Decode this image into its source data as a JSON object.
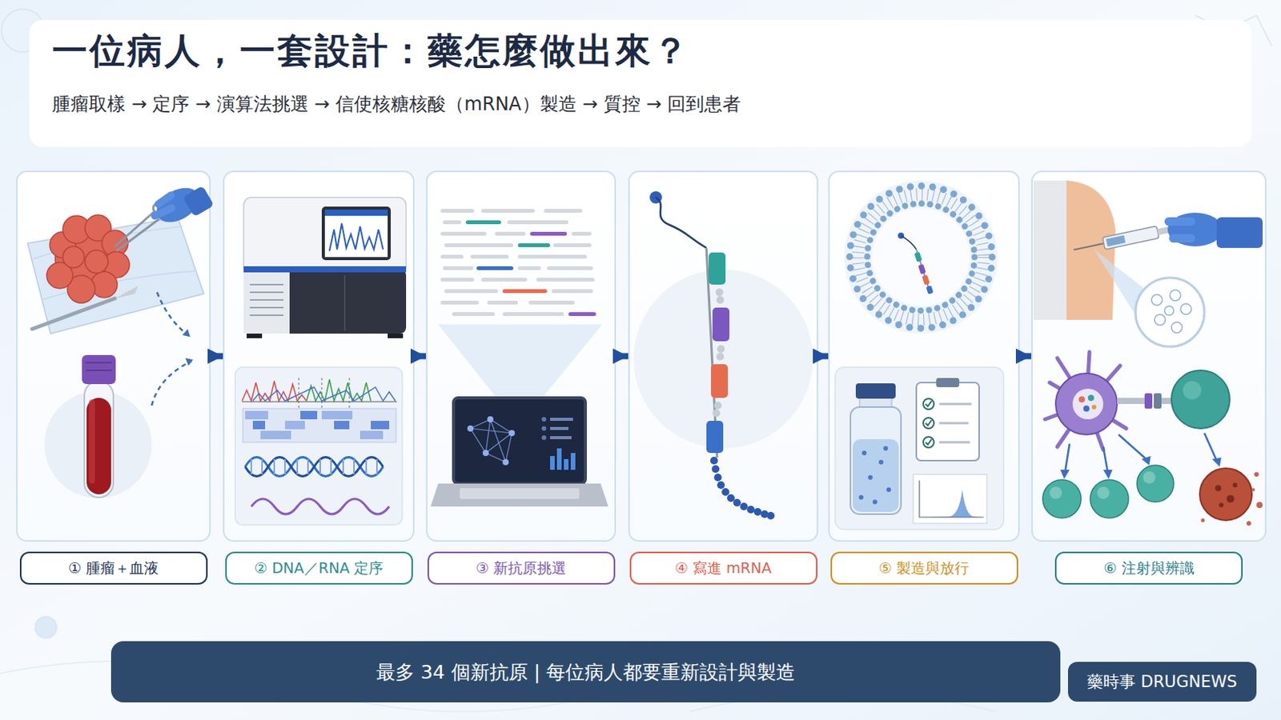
{
  "diagram": {
    "title": "一位病人，一套設計：藥怎麼做出來？",
    "nodes": [
      {
        "text": [
          "① 腫瘤＋血液"
        ]
      },
      {
        "text": [
          "② DNA／RNA 定序"
        ]
      },
      {
        "text": [
          "③ 新抗原挑選"
        ]
      },
      {
        "text": [
          "④ 寫進 mRNA"
        ]
      },
      {
        "text": [
          "⑤ 製造與放行"
        ]
      },
      {
        "text": [
          "⑥ 注射與辨識"
        ]
      },
      {
        "text": [
          "最多 34 個新抗原 | 每位病人都要重新設計與製造"
        ]
      },
      {
        "text": [
          "藥時事 DRUGNEWS"
        ]
      }
    ],
    "edges": [
      {
        "from": 0,
        "to": 1,
        "arrow": "to"
      },
      {
        "from": 1,
        "to": 2,
        "arrow": "to"
      },
      {
        "from": 2,
        "to": 3,
        "arrow": "to"
      },
      {
        "from": 3,
        "to": 4,
        "arrow": "to"
      },
      {
        "from": 4,
        "to": 5,
        "arrow": "to"
      }
    ],
    "labels": [
      "腫瘤取樣 → 定序 → 演算法挑選 → 信使核糖核酸（mRNA）製造 → 質控 → 回到患者"
    ]
  }
}
